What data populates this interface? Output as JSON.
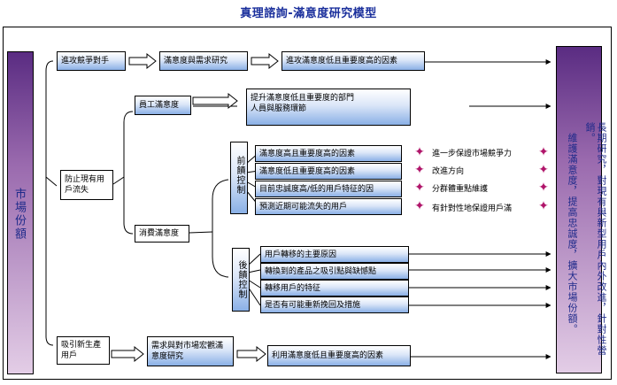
{
  "title": "真理諮詢-滿意度研究模型",
  "left_bar": "市場份額",
  "right_bar": {
    "col1": "長期研究，對現有與新型用戶內外改進，針對性營銷。",
    "col2": "維護滿意度，提高忠誠度，擴大市場份額。"
  },
  "row1": {
    "box1": "進攻競爭對手",
    "box2": "滿意度與需求研究",
    "box3": "進攻滿意度低且重要度高的因素"
  },
  "staff": {
    "box": "員工滿意度",
    "result_line1": "提升滿意度低且重要度的部門",
    "result_line2": "人員與服務環節"
  },
  "prevent": "防止現有用戶流失",
  "consumer": "消費滿意度",
  "pre_control": {
    "label": "前饋控制",
    "items": [
      "滿意度高且重要度高的因素",
      "滿意度低且重要度高的因素",
      "目前忠誠度高/低的用戶特征的因",
      "預測近期可能流失的用戶"
    ],
    "actions": [
      "進一步保證市場競爭力",
      "改進方向",
      "分群體重點維護",
      "有針對性地保證用戶滿"
    ]
  },
  "post_control": {
    "label": "後饋控制",
    "items": [
      "用戶轉移的主要原因",
      "轉換到的產品之吸引點與缺憾點",
      "轉移用戶的特征",
      "是否有可能重新挽回及措施"
    ]
  },
  "attract": {
    "box1": "吸引新生產用戶",
    "box2": "需求與對市場宏觀滿意度研究",
    "box3": "利用滿意度低且重要度高的因素"
  }
}
